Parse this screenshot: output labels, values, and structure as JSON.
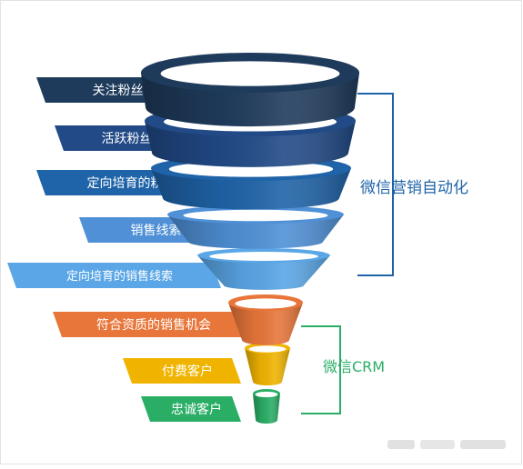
{
  "stages": [
    {
      "label": "关注粉丝",
      "color": "#1f3b5c"
    },
    {
      "label": "活跃粉丝",
      "color": "#214a87"
    },
    {
      "label": "定向培育的粉丝",
      "color": "#1f63a8"
    },
    {
      "label": "销售线索",
      "color": "#4f90d6"
    },
    {
      "label": "定向培育的销售线索",
      "color": "#5aa6e6"
    },
    {
      "label": "符合资质的销售机会",
      "color": "#e8763a"
    },
    {
      "label": "付费客户",
      "color": "#f0b400"
    },
    {
      "label": "忠诚客户",
      "color": "#2aae66"
    }
  ],
  "groups": [
    {
      "label": "微信营销自动化",
      "color": "#1f63a8"
    },
    {
      "label": "微信CRM",
      "color": "#2aae66"
    }
  ]
}
